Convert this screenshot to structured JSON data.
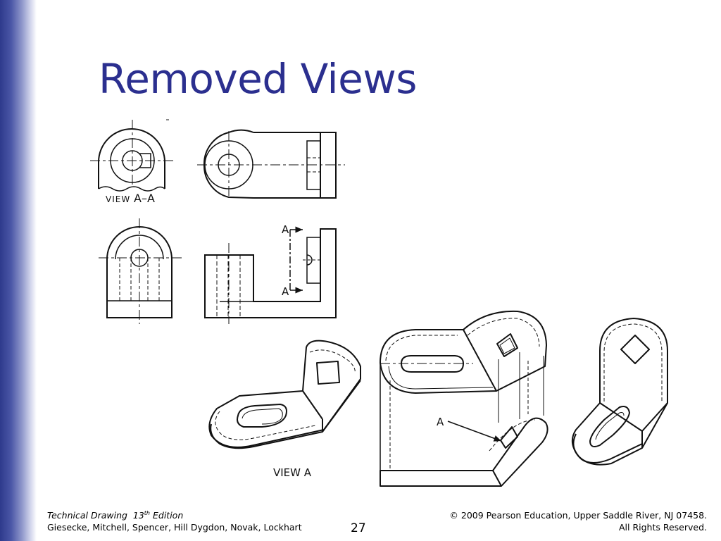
{
  "slide": {
    "title": "Removed Views"
  },
  "figure": {
    "label_view_aa_prefix": "VIEW",
    "label_view_aa_suffix": "A–A",
    "label_section_a": "A",
    "label_view_a": "VIEW A",
    "label_arrow_a": "A"
  },
  "footer": {
    "book_title": "Technical Drawing",
    "edition_number": "13",
    "edition_suffix": "th",
    "edition_word": "Edition",
    "authors": "Giesecke, Mitchell, Spencer, Hill Dygdon, Novak, Lockhart",
    "page_number": "27",
    "copyright_line1": "© 2009 Pearson Education, Upper Saddle River, NJ 07458.",
    "copyright_line2": "All Rights Reserved."
  },
  "colors": {
    "title": "#2b2f8f",
    "sidebar_dark": "#2e3a8c",
    "sidebar_light": "#ffffff",
    "line": "#111111"
  }
}
